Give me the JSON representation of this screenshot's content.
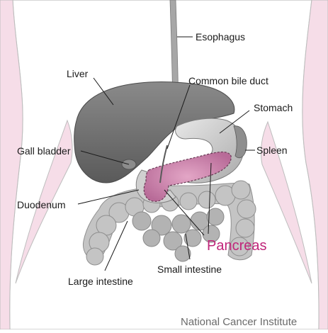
{
  "figure": {
    "labels": {
      "esophagus": "Esophagus",
      "liver": "Liver",
      "common_bile_duct": "Common bile duct",
      "stomach": "Stomach",
      "gall_bladder": "Gall bladder",
      "spleen": "Spleen",
      "duodenum": "Duodenum",
      "pancreas": "Pancreas",
      "small_intestine": "Small intestine",
      "large_intestine": "Large intestine"
    },
    "credit": "National Cancer Institute",
    "colors": {
      "pancreas": "#c0267a",
      "body_outline": "#bdbdbd",
      "skin_tint": "#f6dde8",
      "organ_gray": "#6f6f6f",
      "intestine_gray": "#bcbcbc"
    }
  }
}
